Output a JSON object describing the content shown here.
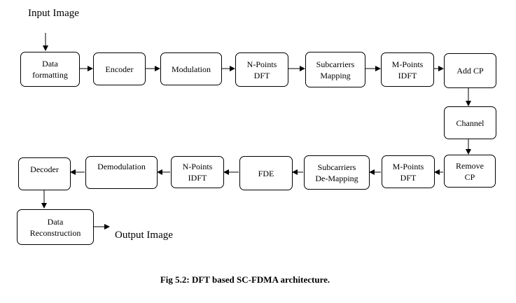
{
  "labels": {
    "input": "Input Image",
    "output": "Output Image"
  },
  "blocks": {
    "data_formatting": [
      "Data",
      "formatting"
    ],
    "encoder": [
      "Encoder"
    ],
    "modulation": [
      "Modulation"
    ],
    "n_points_dft": [
      "N-Points",
      "DFT"
    ],
    "subcarriers_mapping": [
      "Subcarriers",
      "Mapping"
    ],
    "m_points_idft": [
      "M-Points",
      "IDFT"
    ],
    "add_cp": [
      "Add CP"
    ],
    "channel": [
      "Channel"
    ],
    "remove_cp": [
      "Remove",
      "CP"
    ],
    "m_points_dft": [
      "M-Points",
      "DFT"
    ],
    "subcarriers_demapping": [
      "Subcarriers",
      "De-Mapping"
    ],
    "fde": [
      "FDE"
    ],
    "n_points_idft": [
      "N-Points",
      "IDFT"
    ],
    "demodulation": [
      "Demodulation"
    ],
    "decoder": [
      "Decoder"
    ],
    "data_reconstruction": [
      "Data",
      "Reconstruction"
    ]
  },
  "caption": "Fig 5.2: DFT based SC-FDMA architecture."
}
